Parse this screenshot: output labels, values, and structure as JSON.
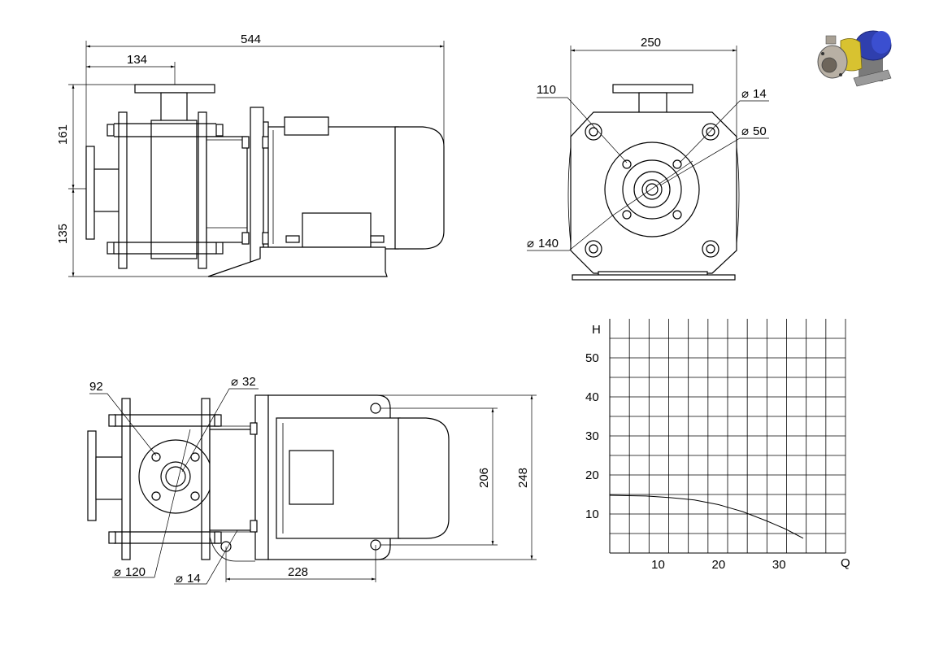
{
  "dims": {
    "side_overall_length": "544",
    "side_inlet_offset": "134",
    "side_upper_height": "161",
    "side_lower_height": "135",
    "front_width": "250",
    "front_bolt_circle": "110",
    "front_hole_dia": "14",
    "front_shaft_dia": "50",
    "front_flange_dia": "140",
    "top_flange_size": "92",
    "top_port_dia": "32",
    "top_flange_dia": "120",
    "top_hole_dia": "14",
    "top_bolt_spacing": "228",
    "top_inner_width": "206",
    "top_outer_width": "248"
  },
  "chart_data": {
    "type": "line",
    "xlabel": "Q",
    "ylabel": "H",
    "xlim": [
      2,
      41
    ],
    "ylim": [
      0,
      60
    ],
    "x_ticks": [
      "10",
      "20",
      "30"
    ],
    "y_ticks": [
      "10",
      "20",
      "30",
      "40",
      "50"
    ],
    "grid": true,
    "series": [
      {
        "x": [
          2,
          8,
          12,
          16,
          20,
          24,
          28,
          31,
          34
        ],
        "y": [
          14.8,
          14.6,
          14.2,
          13.6,
          12.4,
          10.6,
          8.2,
          6.2,
          3.8
        ]
      }
    ]
  }
}
